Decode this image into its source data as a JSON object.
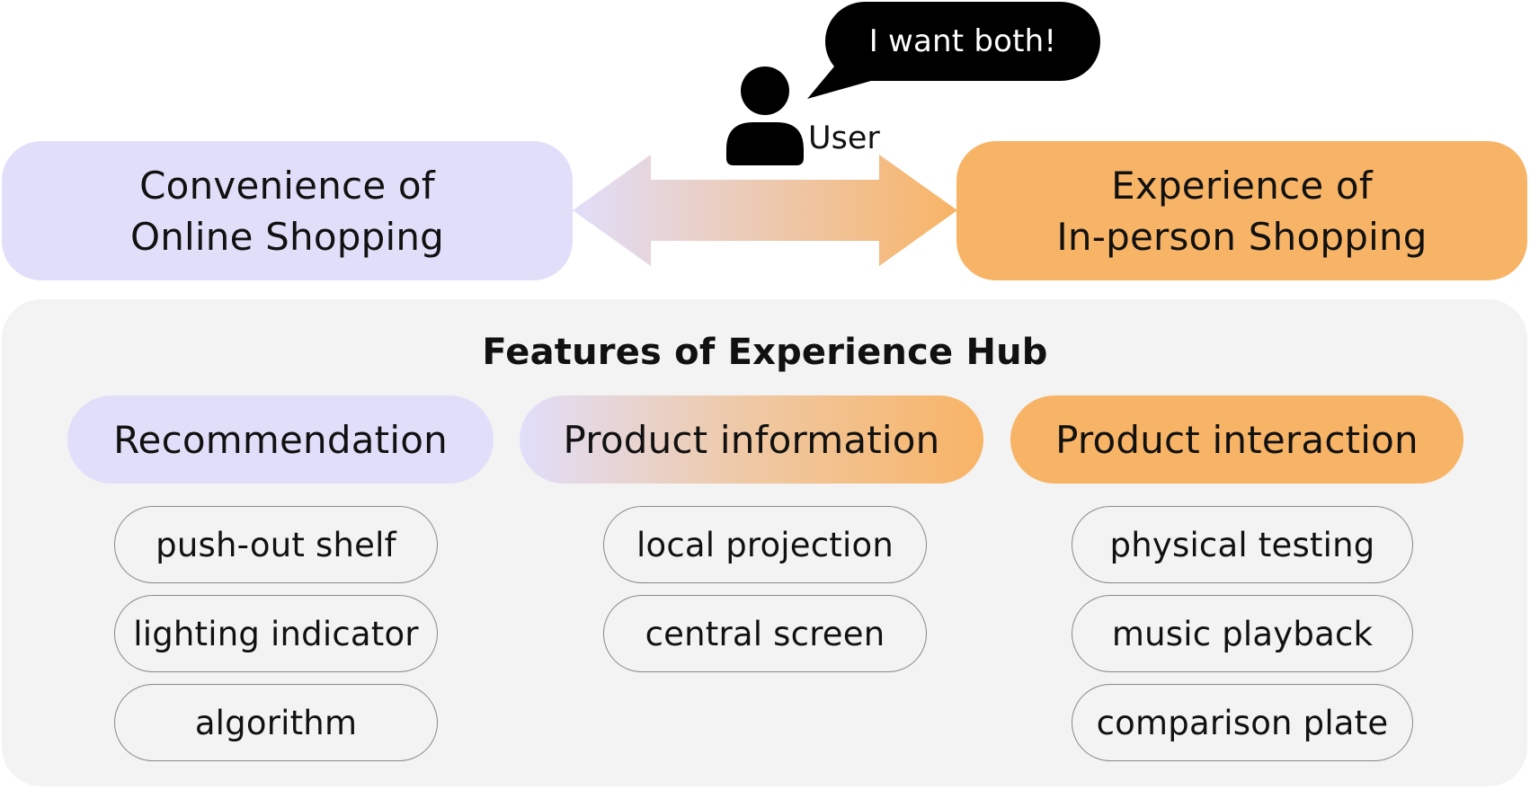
{
  "online_box": {
    "line1": "Convenience of",
    "line2": "Online Shopping",
    "color": "#e1defa"
  },
  "inperson_box": {
    "line1": "Experience of",
    "line2": "In-person Shopping",
    "color": "#f8b466"
  },
  "user": {
    "label": "User",
    "speech": "I want both!",
    "icon": "person-icon"
  },
  "features": {
    "title": "Features of Experience Hub",
    "categories": [
      {
        "label": "Recommendation",
        "items": [
          "push-out shelf",
          "lighting indicator",
          "algorithm"
        ]
      },
      {
        "label": "Product information",
        "items": [
          "local projection",
          "central screen"
        ]
      },
      {
        "label": "Product interaction",
        "items": [
          "physical testing",
          "music playback",
          "comparison plate"
        ]
      }
    ]
  },
  "colors": {
    "lavender": "#e1defa",
    "orange": "#f8b466",
    "panel": "#f3f3f3"
  }
}
